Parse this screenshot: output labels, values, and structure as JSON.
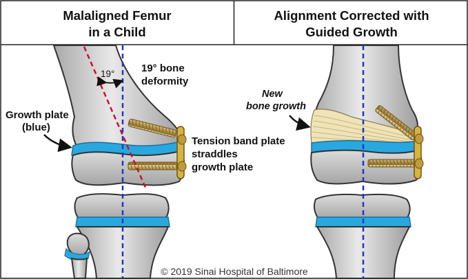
{
  "left_panel": {
    "title_line1": "Malaligned Femur",
    "title_line2": "in a Child",
    "angle_marker": "19°",
    "deformity_line1": "19° bone",
    "deformity_line2": "deformity",
    "growth_plate_line1": "Growth plate",
    "growth_plate_line2": "(blue)",
    "plate_line1": "Tension band plate",
    "plate_line2": "straddles",
    "plate_line3": "growth plate"
  },
  "right_panel": {
    "title_line1": "Alignment Corrected with",
    "title_line2": "Guided Growth",
    "new_growth_line1": "New",
    "new_growth_line2": "bone growth"
  },
  "copyright": "© 2019 Sinai Hospital of Baltimore",
  "colors": {
    "bone": "#c9c9c9",
    "bone_light": "#e6e6e6",
    "growth_plate": "#29a8e0",
    "axis_line": "#1f36c9",
    "deformity_line": "#c8102e",
    "screw": "#b99a52",
    "plate": "#c9a227",
    "new_bone": "#efe3b8"
  }
}
